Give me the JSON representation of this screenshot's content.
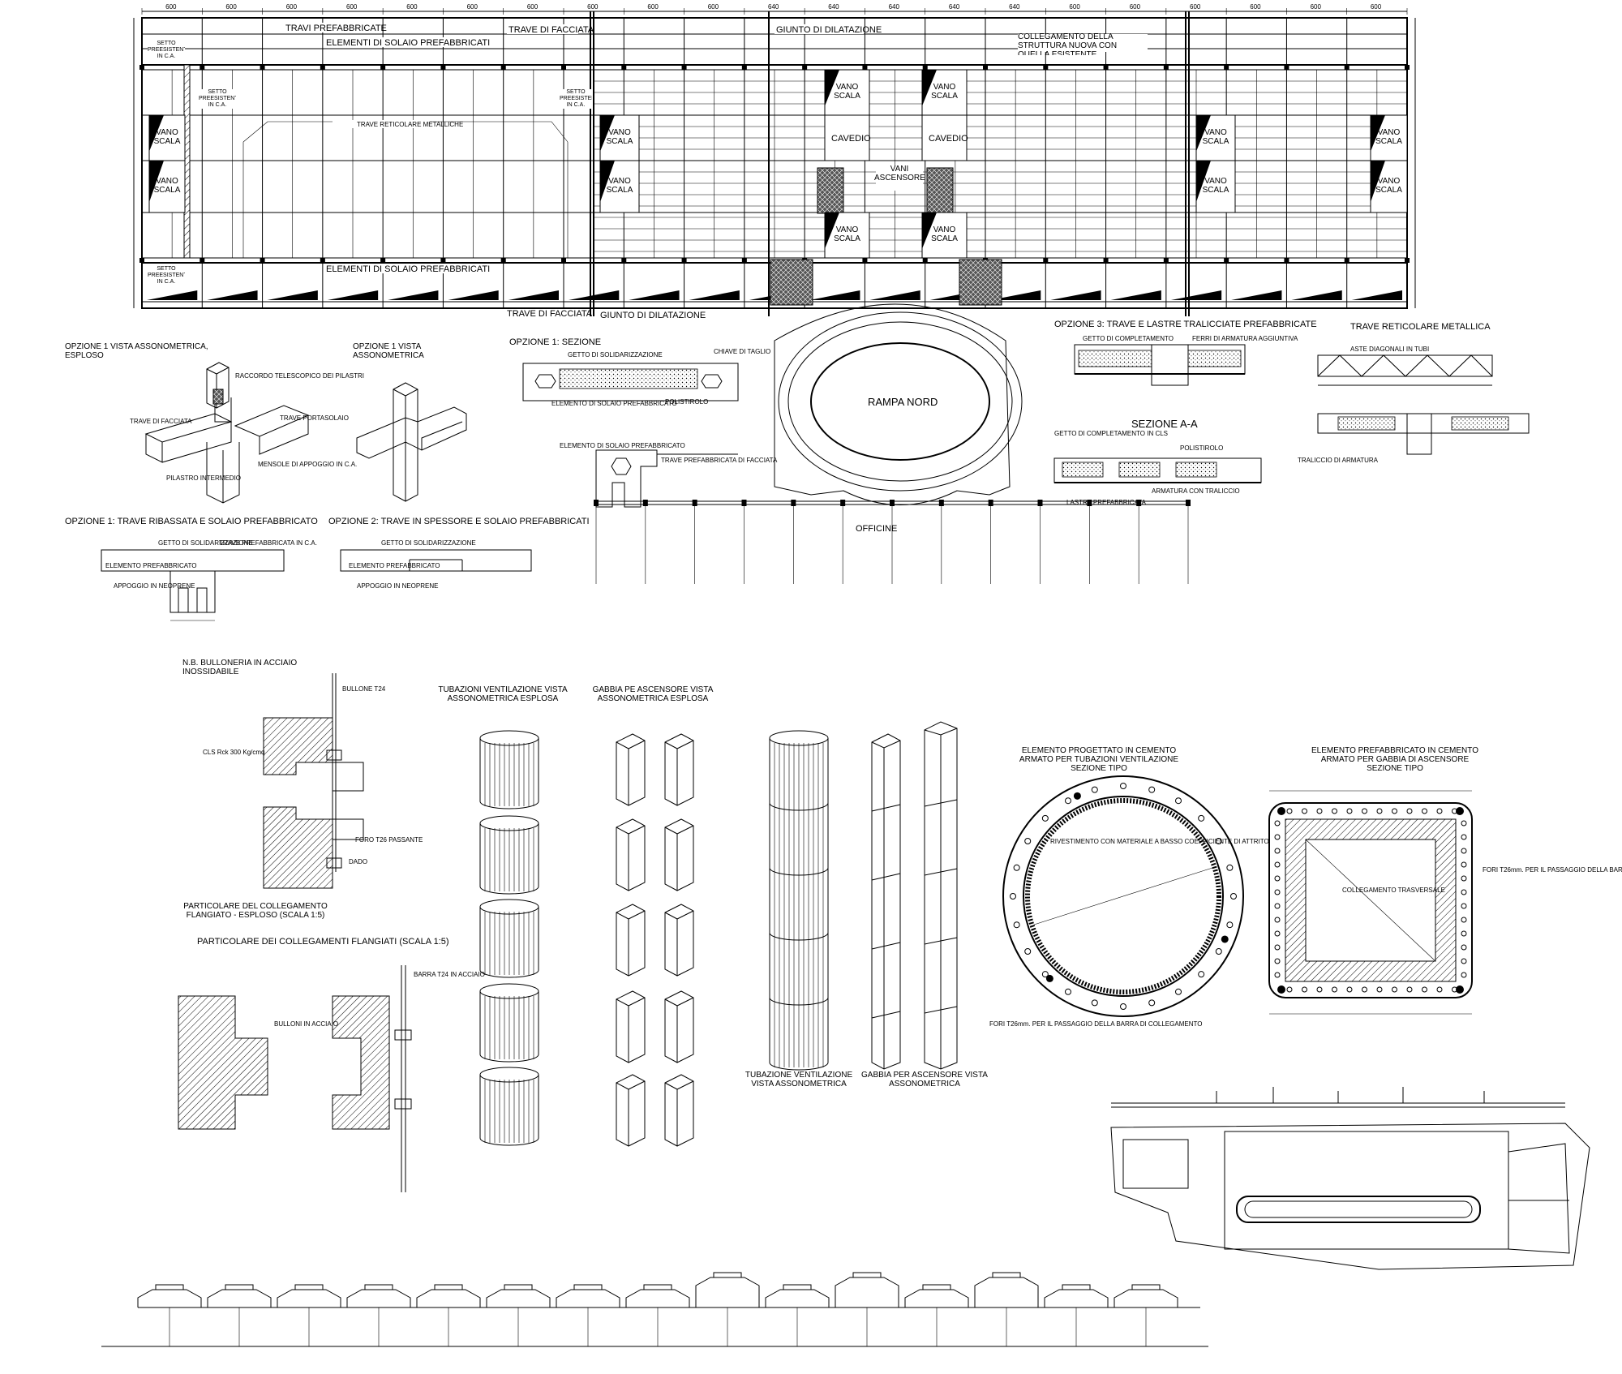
{
  "plan": {
    "labels_top": {
      "travi": "TRAVI PREFABBRICATE",
      "solaio_top": "ELEMENTI DI SOLAIO PREFABBRICATI",
      "trave_facciata_top": "TRAVE DI FACCIATA",
      "giunto_top": "GIUNTO DI DILATAZIONE",
      "collegamento": "COLLEGAMENTO DELLA STRUTTURA NUOVA CON QUELLA ESISTENTE"
    },
    "labels_bottom": {
      "solaio_bottom": "ELEMENTI DI SOLAIO PREFABBRICATI",
      "trave_facciata_bottom": "TRAVE DI FACCIATA",
      "giunto_bottom": "GIUNTO DI DILATAZIONE"
    },
    "setto": "SETTO PREESISTENTE IN C.A.",
    "trave_reticolare": "TRAVE RETICOLARE METALLICHE",
    "vano_scala": "VANO SCALA",
    "cavedio": "CAVEDIO",
    "vani_ascensore": "VANI ASCENSORE",
    "dims_top": [
      "600",
      "600",
      "600",
      "600",
      "600",
      "600",
      "600",
      "600",
      "600",
      "600",
      "640",
      "640",
      "640",
      "640",
      "640",
      "600",
      "600",
      "600",
      "600",
      "600",
      "600"
    ]
  },
  "details": {
    "op1_esploso": "OPZIONE 1 VISTA ASSONOMETRICA, ESPLOSO",
    "op1_vista": "OPZIONE 1 VISTA ASSONOMETRICA",
    "op1_sezione": "OPZIONE 1: SEZIONE",
    "op3": "OPZIONE 3: TRAVE E LASTRE TRALICCIATE PREFABBRICATE",
    "trave_metallica": "TRAVE RETICOLARE METALLICA",
    "sezione_aa": "SEZIONE A-A",
    "rampa": "RAMPA NORD",
    "officine": "OFFICINE",
    "op1_trave": "OPZIONE 1: TRAVE RIBASSATA E SOLAIO PREFABBRICATO",
    "op2_trave": "OPZIONE 2: TRAVE IN SPESSORE E SOLAIO PREFABBRICATI",
    "raccordo": "RACCORDO TELESCOPICO DEI PILASTRI",
    "trave_facciata": "TRAVE DI FACCIATA",
    "trave_portasolaio": "TRAVE PORTASOLAIO",
    "pilastro": "PILASTRO INTERMEDIO",
    "getto_solid": "GETTO DI SOLIDARIZZAZIONE",
    "trave_ca": "TRAVE PREFABBRICATA IN C.A.",
    "elemento_pref": "ELEMENTO PREFABBRICATO",
    "polistirolo": "POLISTIROLO",
    "getto_compl": "GETTO DI COMPLETAMENTO IN CLS",
    "armatura": "ARMATURA CON TRALICCIO",
    "lastra": "LASTRA PREFABBRICATA",
    "appoggio": "APPOGGIO IN NEOPRENE"
  },
  "bolts": {
    "note": "N.B. BULLONERIA IN ACCIAIO INOSSIDABILE",
    "particolare1": "PARTICOLARE DEL COLLEGAMENTO FLANGIATO - ESPLOSO (SCALA 1:5)",
    "particolare2": "PARTICOLARE DEI COLLEGAMENTI FLANGIATI (SCALA 1:5)",
    "bullone": "BULLONE T24",
    "cls": "CLS Rck 300 Kg/cmq",
    "dado": "DADO",
    "foro": "FORO T26 PASSANTE"
  },
  "iso": {
    "tub_esplosa": "TUBAZIONI VENTILAZIONE VISTA ASSONOMETRICA ESPLOSA",
    "gabbia_esplosa": "GABBIA PE ASCENSORE VISTA ASSONOMETRICA ESPLOSA",
    "tub_vista": "TUBAZIONE VENTILAZIONE VISTA ASSONOMETRICA",
    "gabbia_vista": "GABBIA PER ASCENSORE VISTA ASSONOMETRICA"
  },
  "sections": {
    "circ_title": "ELEMENTO PROGETTATO IN CEMENTO ARMATO PER TUBAZIONI VENTILAZIONE SEZIONE TIPO",
    "rect_title": "ELEMENTO PREFABBRICATO IN CEMENTO ARMATO PER GABBIA DI ASCENSORE SEZIONE TIPO",
    "fori": "FORI T26mm. PER IL PASSAGGIO DELLA BARRA DI COLLEGAMENTO",
    "collegamento_trasv": "COLLEGAMENTO TRASVERSALE",
    "rivestimento": "RIVESTIMENTO CON MATERIALE A BASSO COEFFICIENTE DI ATTRITO"
  },
  "colors": {
    "ink": "#000000",
    "paper": "#ffffff",
    "fill_dark": "#333333"
  }
}
